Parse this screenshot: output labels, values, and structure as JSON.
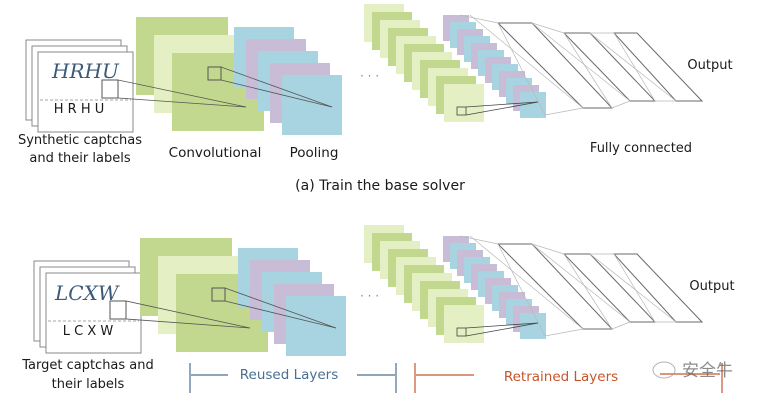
{
  "panel_a": {
    "input_captcha_text": "HRHU",
    "input_label_text": "H R H U",
    "input_caption_line1": "Synthetic captchas",
    "input_caption_line2": "and their labels",
    "conv_label": "Convolutional",
    "pool_label": "Pooling",
    "ellipsis": "· · ·",
    "fc_label": "Fully connected",
    "output_label": "Output",
    "caption": "(a) Train the base solver"
  },
  "panel_b": {
    "input_captcha_text": "LCXW",
    "input_label_text": "L C X W",
    "input_caption_line1": "Target captchas and",
    "input_caption_line2": "their labels",
    "ellipsis": "· · ·",
    "output_label": "Output",
    "reused_label": "Reused Layers",
    "retrained_label": "Retrained Layers"
  },
  "watermark": {
    "text": "安全牛"
  },
  "colors": {
    "green_dark": "#c3d88f",
    "green_light": "#e5efc4",
    "blue": "#a8d3e0",
    "purple": "#c8bcd6",
    "reused_blue": "#4a6f94",
    "retrained_orange": "#c8562a",
    "fc_line": "#6a6a6a"
  }
}
